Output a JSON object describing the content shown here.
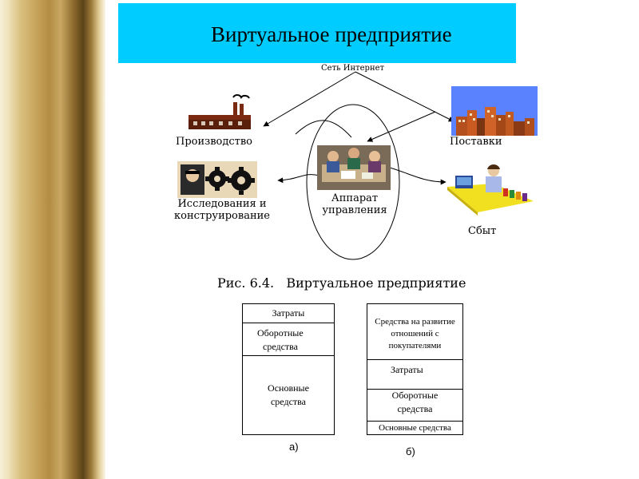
{
  "slide": {
    "title": "Виртуальное предприятие"
  },
  "diagram": {
    "internet": "Сеть Интернет",
    "production": "Производство",
    "supplies": "Поставки",
    "research_line1": "Исследования и",
    "research_line2": "конструирование",
    "management_line1": "Аппарат",
    "management_line2": "управления",
    "sales": "Сбыт",
    "caption": "Рис. 6.4.   Виртуальное предприятие"
  },
  "chart_data": [
    {
      "type": "table",
      "title": "а)",
      "rows": [
        "Затраты",
        "Оборотные средства",
        "Основные средства"
      ]
    },
    {
      "type": "table",
      "title": "б)",
      "rows": [
        "Средства на развитие отношений с покупателями",
        "Затраты",
        "Оборотные средства",
        "Основные средства"
      ]
    }
  ],
  "boxes": {
    "a": {
      "costs": "Затраты",
      "working_1": "Оборотные",
      "working_2": "средства",
      "fixed_1": "Основные",
      "fixed_2": "средства",
      "label": "а)"
    },
    "b": {
      "dev_1": "Средства на развитие",
      "dev_2": "отношений с",
      "dev_3": "покупателями",
      "costs": "Затраты",
      "working_1": "Оборотные",
      "working_2": "средства",
      "fixed": "Основные средства",
      "label": "б)"
    }
  }
}
